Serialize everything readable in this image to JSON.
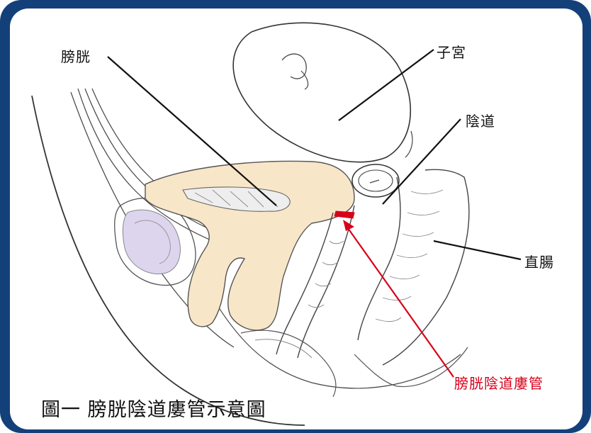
{
  "labels": {
    "bladder": "膀胱",
    "uterus": "子宮",
    "vagina": "陰道",
    "rectum": "直腸",
    "fistula": "膀胱陰道廔管"
  },
  "caption": "圖一 膀胱陰道廔管示意圖",
  "colors": {
    "frame": "#14407a",
    "organ_fill": "#f8e6c8",
    "fistula": "#d8001a",
    "line": "#111111"
  }
}
